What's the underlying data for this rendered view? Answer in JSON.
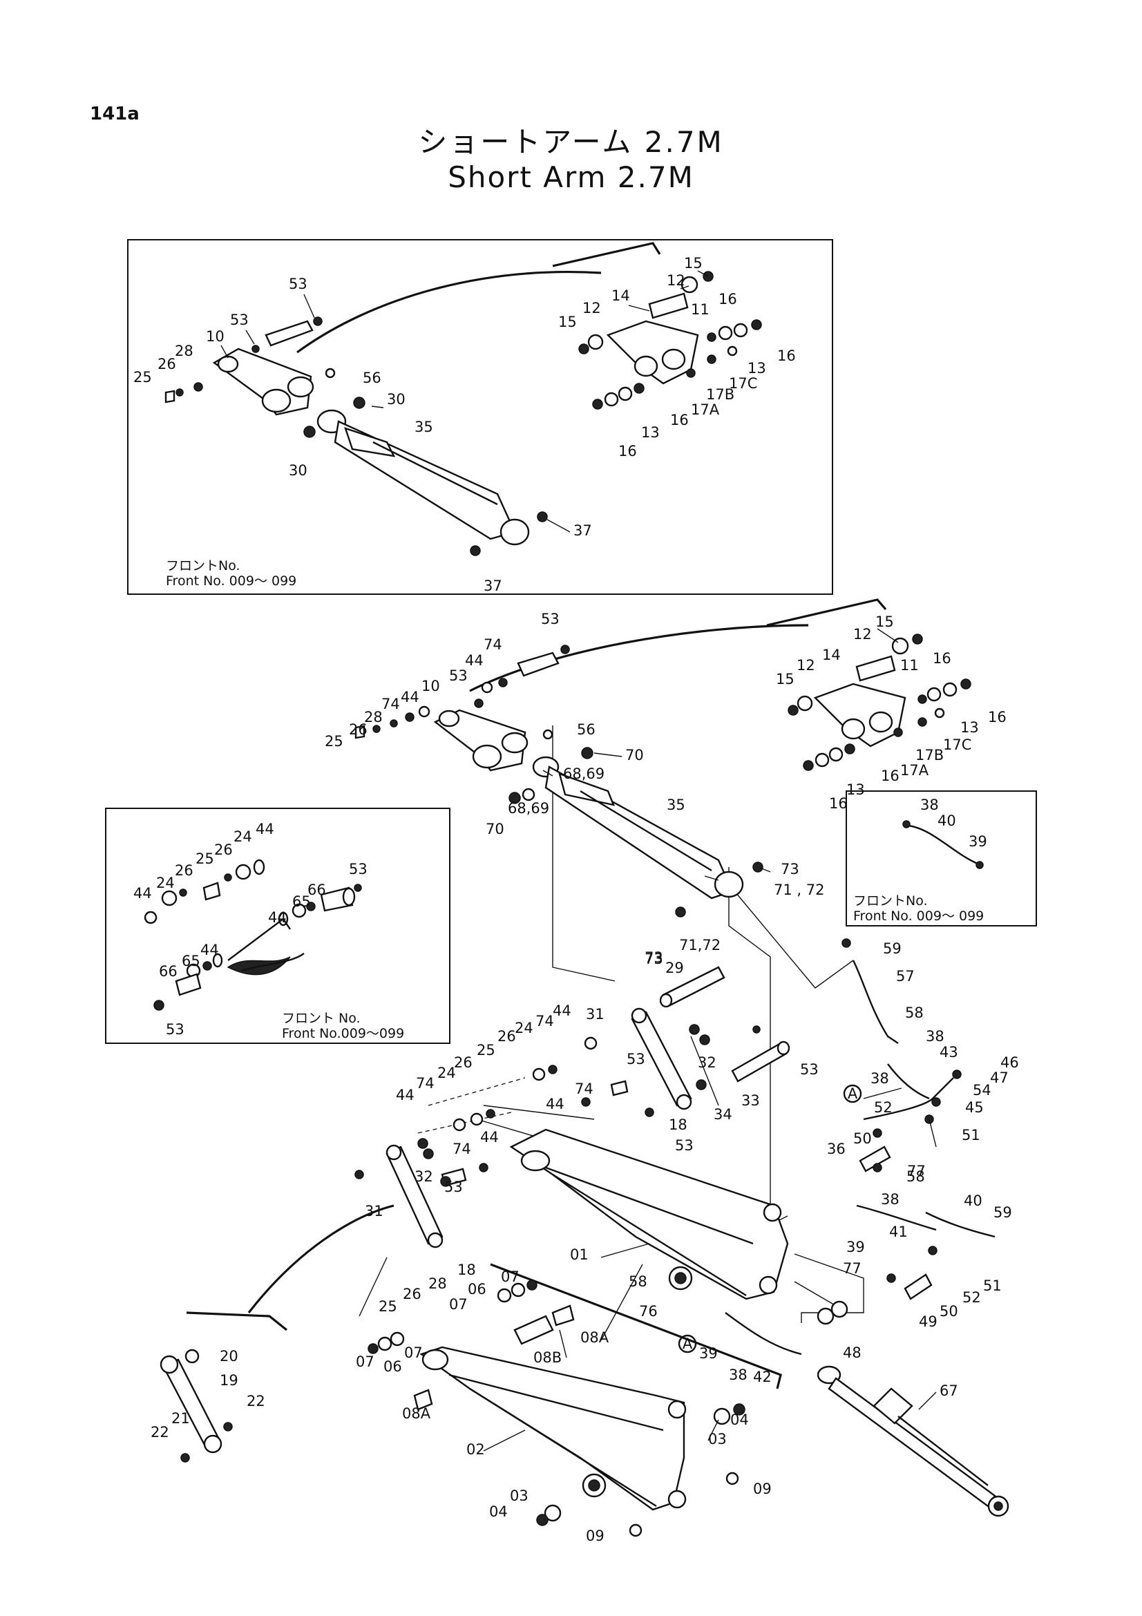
{
  "page_number": "141a",
  "title_jp": "ショートアーム 2.7M",
  "title_en": "Short Arm 2.7M",
  "insets": {
    "top": {
      "note_jp": "フロントNo.",
      "note_en": "Front No.  009〜 099"
    },
    "left": {
      "note_jp": "フロント No.",
      "note_en": "Front No.009〜099"
    },
    "right": {
      "note_jp": "フロントNo.",
      "note_en": "Front No. 009〜 099"
    }
  },
  "callouts": [
    {
      "id": "c1",
      "text": "53"
    },
    {
      "id": "c2",
      "text": "53"
    },
    {
      "id": "c3",
      "text": "10"
    },
    {
      "id": "c4",
      "text": "28"
    },
    {
      "id": "c5",
      "text": "26"
    },
    {
      "id": "c6",
      "text": "25"
    },
    {
      "id": "c7",
      "text": "56"
    },
    {
      "id": "c8",
      "text": "30"
    },
    {
      "id": "c9",
      "text": "35"
    },
    {
      "id": "c10",
      "text": "30"
    },
    {
      "id": "c11",
      "text": "37"
    },
    {
      "id": "c12",
      "text": "37"
    },
    {
      "id": "c13",
      "text": "15"
    },
    {
      "id": "c14",
      "text": "12"
    },
    {
      "id": "c15",
      "text": "14"
    },
    {
      "id": "c16",
      "text": "11"
    },
    {
      "id": "c17",
      "text": "16"
    },
    {
      "id": "c18",
      "text": "15"
    },
    {
      "id": "c19",
      "text": "12"
    },
    {
      "id": "c20",
      "text": "16"
    },
    {
      "id": "c21",
      "text": "13"
    },
    {
      "id": "c22",
      "text": "17C"
    },
    {
      "id": "c23",
      "text": "17B"
    },
    {
      "id": "c24",
      "text": "17A"
    },
    {
      "id": "c25",
      "text": "16"
    },
    {
      "id": "c26",
      "text": "13"
    },
    {
      "id": "c27",
      "text": "16"
    },
    {
      "id": "c28",
      "text": "53"
    },
    {
      "id": "c29",
      "text": "74"
    },
    {
      "id": "c30",
      "text": "44"
    },
    {
      "id": "c31",
      "text": "53"
    },
    {
      "id": "c32",
      "text": "10"
    },
    {
      "id": "c33",
      "text": "44"
    },
    {
      "id": "c34",
      "text": "74"
    },
    {
      "id": "c35",
      "text": "28"
    },
    {
      "id": "c36",
      "text": "26"
    },
    {
      "id": "c37",
      "text": "25"
    },
    {
      "id": "c38",
      "text": "56"
    },
    {
      "id": "c39",
      "text": "70"
    },
    {
      "id": "c40",
      "text": "68,69"
    },
    {
      "id": "c41",
      "text": "70"
    },
    {
      "id": "c42",
      "text": "68,69"
    },
    {
      "id": "c43",
      "text": "35"
    },
    {
      "id": "c44",
      "text": "73"
    },
    {
      "id": "c45",
      "text": "71 , 72"
    },
    {
      "id": "c46",
      "text": "73"
    },
    {
      "id": "c47",
      "text": "71,72"
    },
    {
      "id": "c48",
      "text": "15"
    },
    {
      "id": "c49",
      "text": "12"
    },
    {
      "id": "c50",
      "text": "14"
    },
    {
      "id": "c51",
      "text": "11"
    },
    {
      "id": "c52",
      "text": "16"
    },
    {
      "id": "c53",
      "text": "15"
    },
    {
      "id": "c54",
      "text": "12"
    },
    {
      "id": "c55",
      "text": "16"
    },
    {
      "id": "c56",
      "text": "13"
    },
    {
      "id": "c57",
      "text": "17C"
    },
    {
      "id": "c58",
      "text": "17B"
    },
    {
      "id": "c59",
      "text": "17A"
    },
    {
      "id": "c60",
      "text": "16"
    },
    {
      "id": "c61",
      "text": "13"
    },
    {
      "id": "c62",
      "text": "16"
    },
    {
      "id": "c63",
      "text": "38"
    },
    {
      "id": "c64",
      "text": "40"
    },
    {
      "id": "c65",
      "text": "39"
    },
    {
      "id": "c66",
      "text": "44"
    },
    {
      "id": "c67",
      "text": "24"
    },
    {
      "id": "c68",
      "text": "26"
    },
    {
      "id": "c69",
      "text": "25"
    },
    {
      "id": "c70",
      "text": "26"
    },
    {
      "id": "c71",
      "text": "24"
    },
    {
      "id": "c72",
      "text": "44"
    },
    {
      "id": "c73",
      "text": "53"
    },
    {
      "id": "c74",
      "text": "66"
    },
    {
      "id": "c75",
      "text": "65"
    },
    {
      "id": "c76",
      "text": "44"
    },
    {
      "id": "c77",
      "text": "66"
    },
    {
      "id": "c78",
      "text": "65"
    },
    {
      "id": "c79",
      "text": "44"
    },
    {
      "id": "c80",
      "text": "53"
    },
    {
      "id": "c81",
      "text": "59"
    },
    {
      "id": "c82",
      "text": "57"
    },
    {
      "id": "c83",
      "text": "58"
    },
    {
      "id": "c84",
      "text": "38"
    },
    {
      "id": "c85",
      "text": "43"
    },
    {
      "id": "c86",
      "text": "46"
    },
    {
      "id": "c87",
      "text": "47"
    },
    {
      "id": "c88",
      "text": "54"
    },
    {
      "id": "c89",
      "text": "45"
    },
    {
      "id": "c90",
      "text": "38"
    },
    {
      "id": "c91",
      "text": "52"
    },
    {
      "id": "c92",
      "text": "51"
    },
    {
      "id": "c93",
      "text": "50"
    },
    {
      "id": "c94",
      "text": "36"
    },
    {
      "id": "c95",
      "text": "77"
    },
    {
      "id": "c96",
      "text": "73"
    },
    {
      "id": "c97",
      "text": "29"
    },
    {
      "id": "c98",
      "text": "31"
    },
    {
      "id": "c99",
      "text": "44"
    },
    {
      "id": "c100",
      "text": "74"
    },
    {
      "id": "c101",
      "text": "24"
    },
    {
      "id": "c102",
      "text": "26"
    },
    {
      "id": "c103",
      "text": "25"
    },
    {
      "id": "c104",
      "text": "26"
    },
    {
      "id": "c105",
      "text": "24"
    },
    {
      "id": "c106",
      "text": "74"
    },
    {
      "id": "c107",
      "text": "44"
    },
    {
      "id": "c108",
      "text": "32"
    },
    {
      "id": "c109",
      "text": "53"
    },
    {
      "id": "c110",
      "text": "53"
    },
    {
      "id": "c111",
      "text": "33"
    },
    {
      "id": "c112",
      "text": "34"
    },
    {
      "id": "c113",
      "text": "18"
    },
    {
      "id": "c114",
      "text": "53"
    },
    {
      "id": "c115",
      "text": "74"
    },
    {
      "id": "c116",
      "text": "44"
    },
    {
      "id": "c117",
      "text": "44"
    },
    {
      "id": "c118",
      "text": "74"
    },
    {
      "id": "c119",
      "text": "32"
    },
    {
      "id": "c120",
      "text": "31"
    },
    {
      "id": "c121",
      "text": "53"
    },
    {
      "id": "c122",
      "text": "18"
    },
    {
      "id": "c123",
      "text": "28"
    },
    {
      "id": "c124",
      "text": "26"
    },
    {
      "id": "c125",
      "text": "25"
    },
    {
      "id": "c126",
      "text": "01"
    },
    {
      "id": "c127",
      "text": "58"
    },
    {
      "id": "c128",
      "text": "40"
    },
    {
      "id": "c129",
      "text": "59"
    },
    {
      "id": "c130",
      "text": "38"
    },
    {
      "id": "c131",
      "text": "39"
    },
    {
      "id": "c132",
      "text": "41"
    },
    {
      "id": "c133",
      "text": "51"
    },
    {
      "id": "c134",
      "text": "52"
    },
    {
      "id": "c135",
      "text": "77"
    },
    {
      "id": "c136",
      "text": "50"
    },
    {
      "id": "c137",
      "text": "49"
    },
    {
      "id": "c138",
      "text": "48"
    },
    {
      "id": "c139",
      "text": "58"
    },
    {
      "id": "c140",
      "text": "76"
    },
    {
      "id": "c141",
      "text": "39"
    },
    {
      "id": "c142",
      "text": "38"
    },
    {
      "id": "c143",
      "text": "42"
    },
    {
      "id": "c144",
      "text": "07"
    },
    {
      "id": "c145",
      "text": "06"
    },
    {
      "id": "c146",
      "text": "07"
    },
    {
      "id": "c147",
      "text": "08A"
    },
    {
      "id": "c148",
      "text": "08B"
    },
    {
      "id": "c149",
      "text": "07"
    },
    {
      "id": "c150",
      "text": "06"
    },
    {
      "id": "c151",
      "text": "07"
    },
    {
      "id": "c152",
      "text": "08A"
    },
    {
      "id": "c153",
      "text": "04"
    },
    {
      "id": "c154",
      "text": "03"
    },
    {
      "id": "c155",
      "text": "02"
    },
    {
      "id": "c156",
      "text": "09"
    },
    {
      "id": "c157",
      "text": "03"
    },
    {
      "id": "c158",
      "text": "04"
    },
    {
      "id": "c159",
      "text": "09"
    },
    {
      "id": "c160",
      "text": "20"
    },
    {
      "id": "c161",
      "text": "19"
    },
    {
      "id": "c162",
      "text": "22"
    },
    {
      "id": "c163",
      "text": "21"
    },
    {
      "id": "c164",
      "text": "22"
    },
    {
      "id": "c165",
      "text": "67"
    }
  ],
  "markers": [
    {
      "id": "m1",
      "text": "A"
    },
    {
      "id": "m2",
      "text": "A"
    }
  ]
}
